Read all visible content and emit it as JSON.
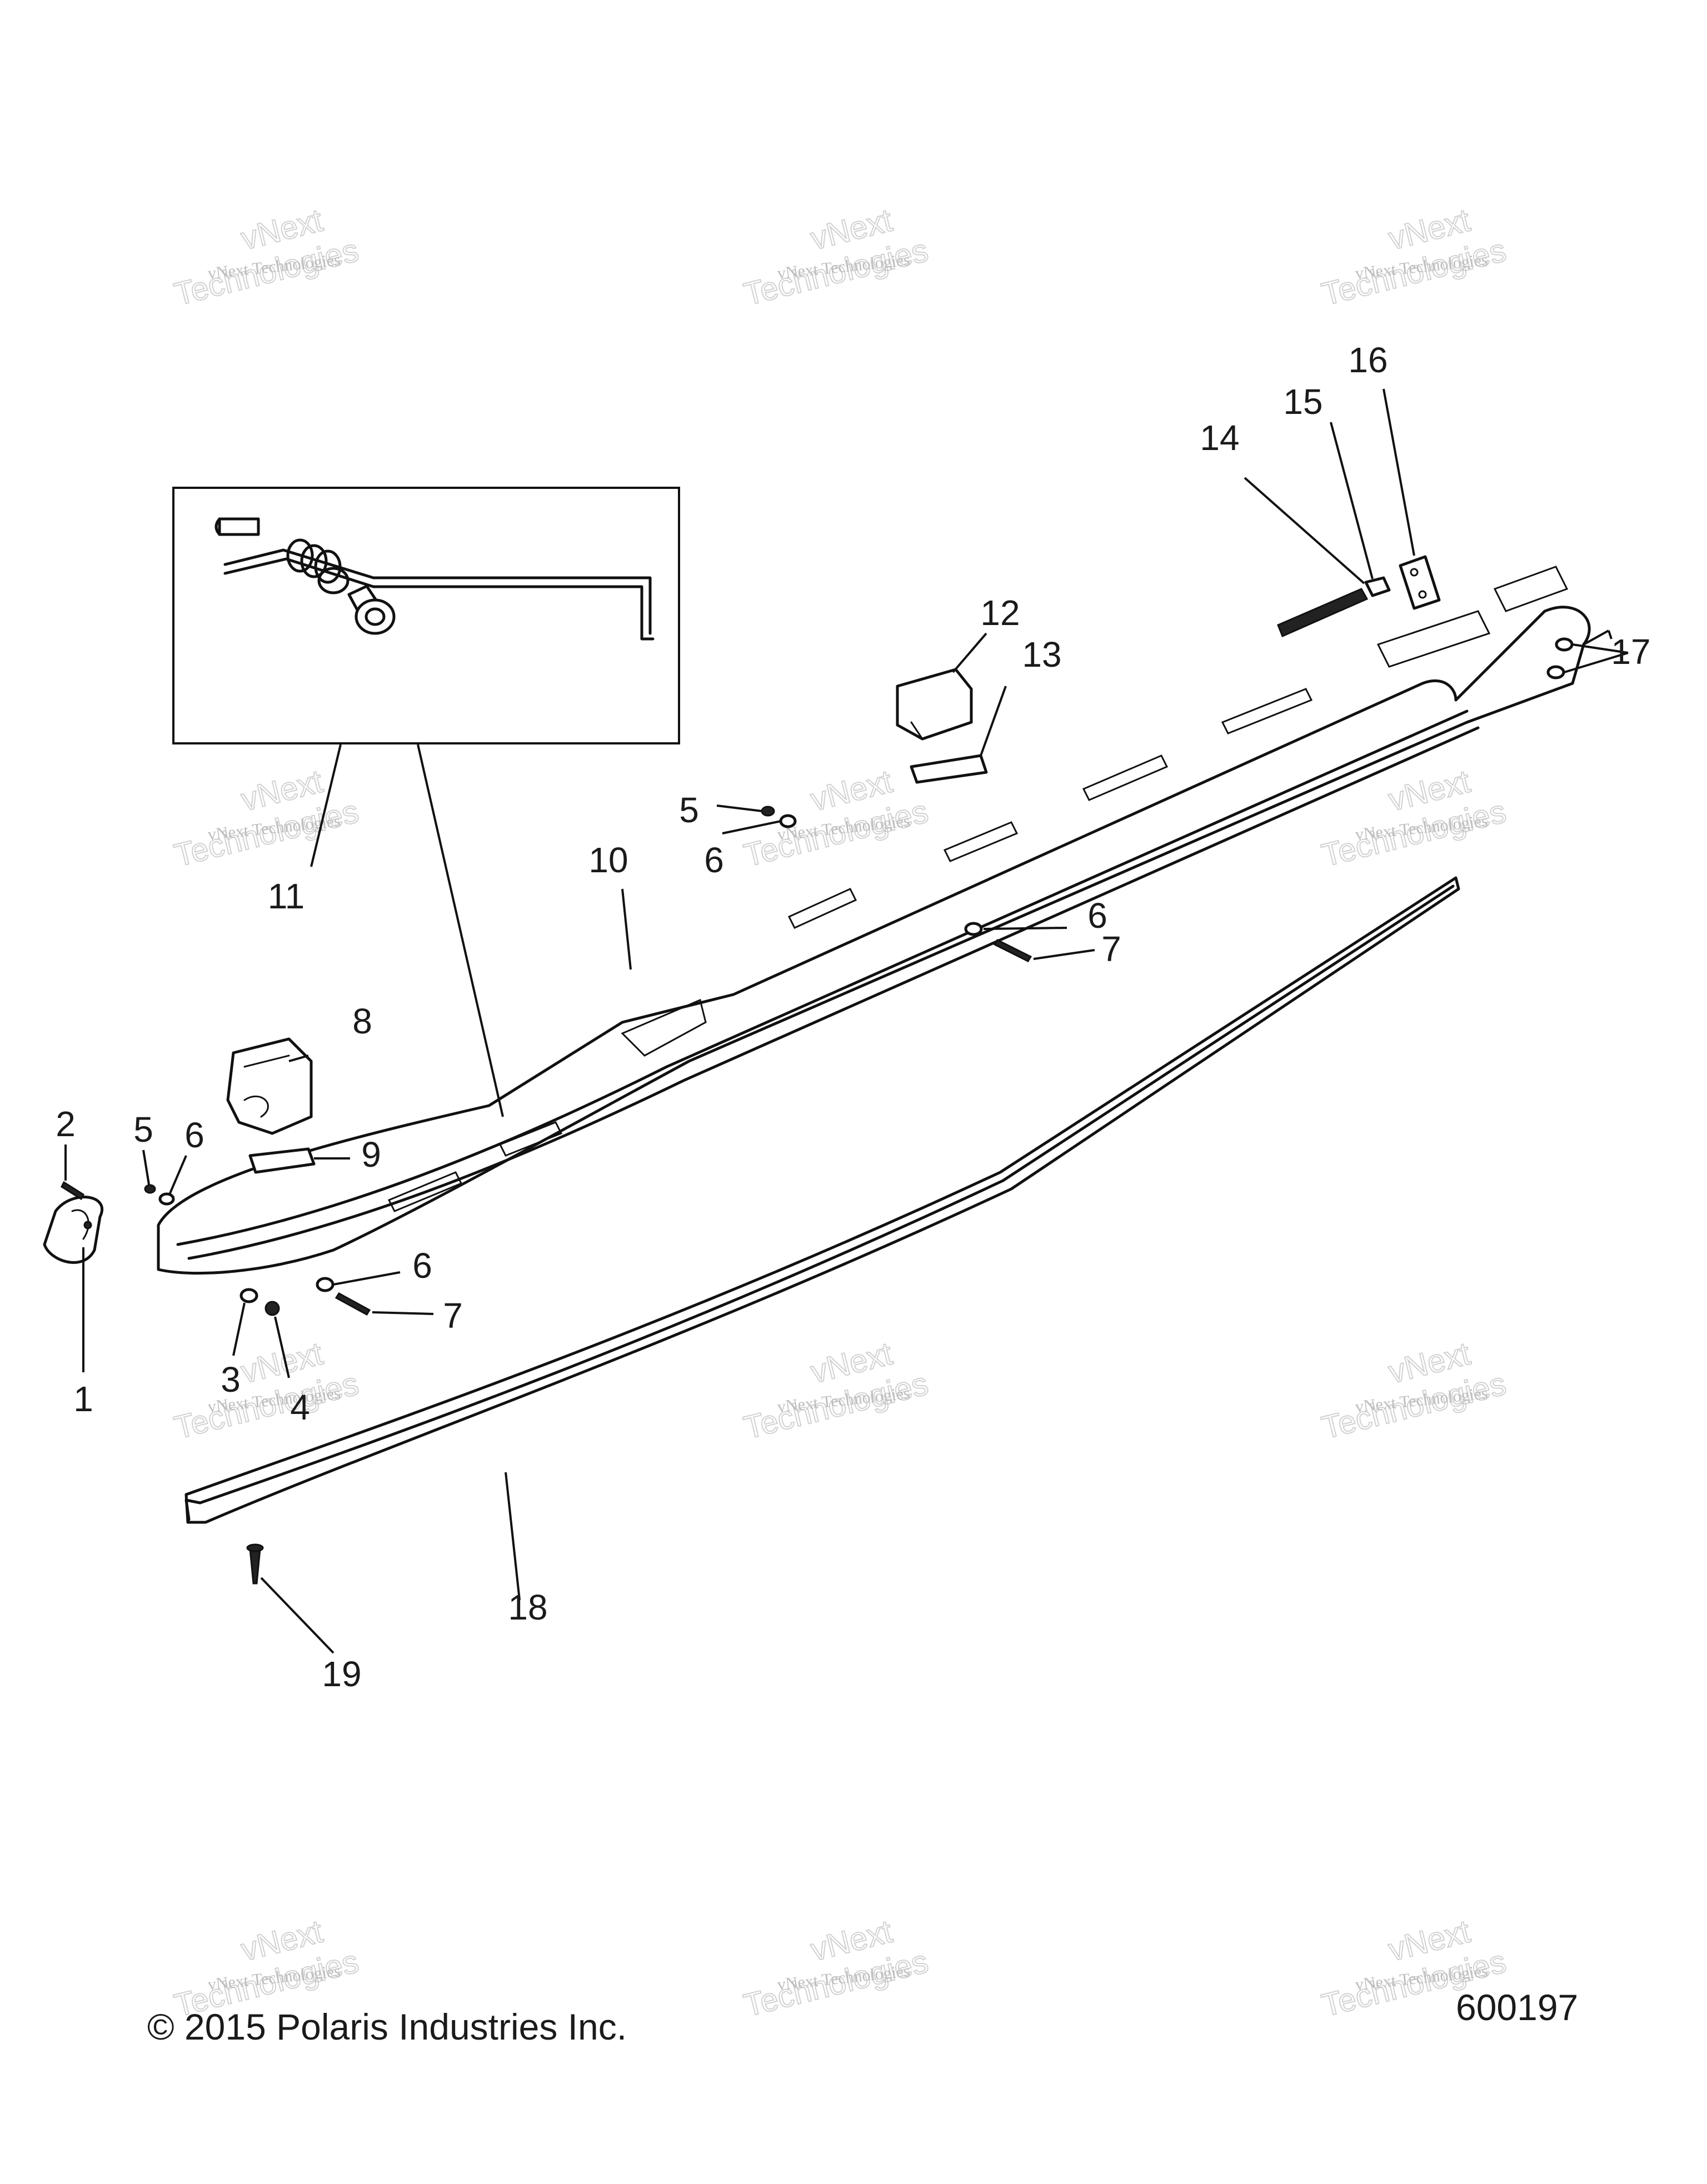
{
  "callouts": [
    {
      "id": "1",
      "label": "1"
    },
    {
      "id": "2",
      "label": "2"
    },
    {
      "id": "3",
      "label": "3"
    },
    {
      "id": "4",
      "label": "4"
    },
    {
      "id": "5a",
      "label": "5"
    },
    {
      "id": "5b",
      "label": "5"
    },
    {
      "id": "6a",
      "label": "6"
    },
    {
      "id": "6b",
      "label": "6"
    },
    {
      "id": "6c",
      "label": "6"
    },
    {
      "id": "6d",
      "label": "6"
    },
    {
      "id": "7a",
      "label": "7"
    },
    {
      "id": "7b",
      "label": "7"
    },
    {
      "id": "8",
      "label": "8"
    },
    {
      "id": "9",
      "label": "9"
    },
    {
      "id": "10",
      "label": "10"
    },
    {
      "id": "11",
      "label": "11"
    },
    {
      "id": "12",
      "label": "12"
    },
    {
      "id": "13",
      "label": "13"
    },
    {
      "id": "14",
      "label": "14"
    },
    {
      "id": "15",
      "label": "15"
    },
    {
      "id": "16",
      "label": "16"
    },
    {
      "id": "17",
      "label": "17"
    },
    {
      "id": "18",
      "label": "18"
    },
    {
      "id": "19",
      "label": "19"
    }
  ],
  "watermark": {
    "small_text": "vNext Technologies",
    "large_text": "Technologies",
    "top_text": "vNext"
  },
  "footer": {
    "copyright": "© 2015 Polaris Industries Inc.",
    "drawing_number": "600197"
  }
}
